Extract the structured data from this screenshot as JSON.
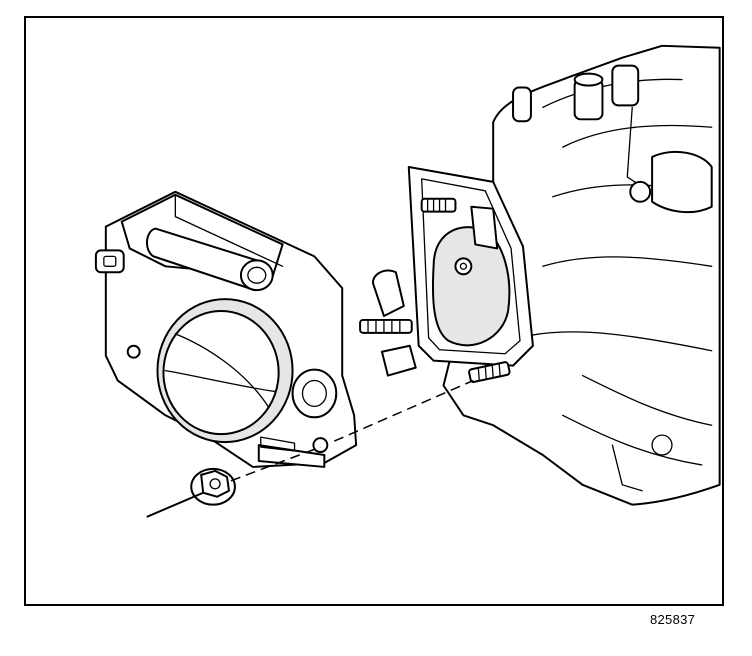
{
  "figure": {
    "id_label": "825837",
    "parts": [
      "throttle-body",
      "intake-manifold",
      "mounting-stud",
      "flange-nut"
    ],
    "colors": {
      "line": "#000000",
      "background": "#ffffff"
    }
  }
}
